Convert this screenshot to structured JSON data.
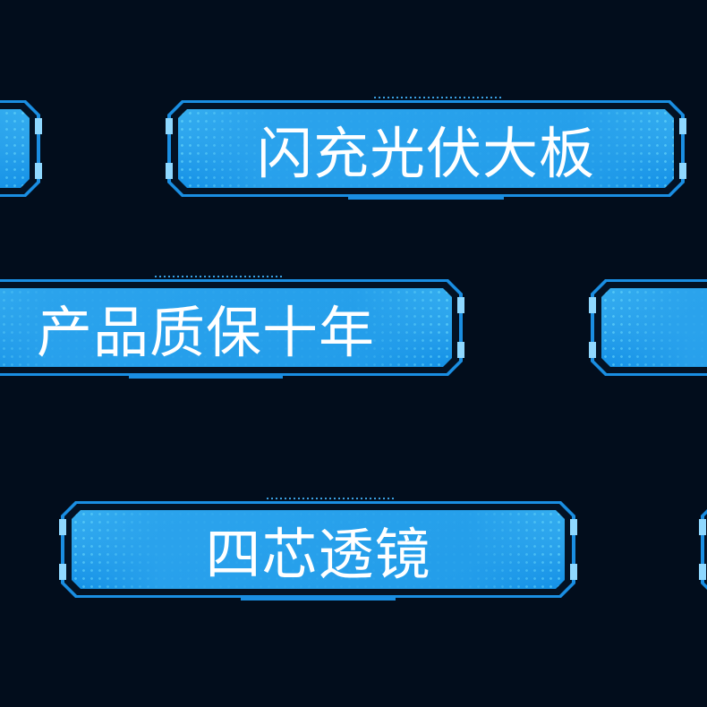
{
  "banners": [
    {
      "label": ""
    },
    {
      "label": "闪充光伏大板"
    },
    {
      "label": "产品质保十年"
    },
    {
      "label": ""
    },
    {
      "label": "四芯透镜"
    }
  ]
}
